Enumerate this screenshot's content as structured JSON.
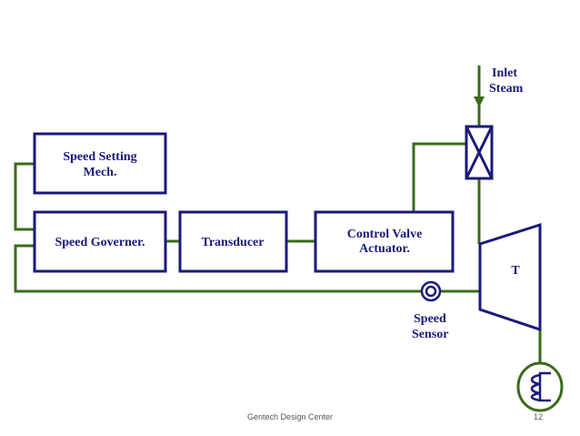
{
  "colors": {
    "box": "#1a1a7a",
    "wire": "#3a6b1a",
    "label": "#1a1a7a",
    "footer": "#555555"
  },
  "blocks": {
    "speed_setting": {
      "line1": "Speed Setting",
      "line2": "Mech."
    },
    "speed_governer": {
      "label": "Speed Governer."
    },
    "transducer": {
      "label": "Transducer"
    },
    "control_valve": {
      "line1": "Control Valve",
      "line2": "Actuator."
    },
    "turbine": {
      "label": "T"
    }
  },
  "labels": {
    "inlet_line1": "Inlet",
    "inlet_line2": "Steam",
    "sensor_line1": "Speed",
    "sensor_line2": "Sensor"
  },
  "footer": {
    "center": "Gentech Design Center",
    "page": "12"
  }
}
